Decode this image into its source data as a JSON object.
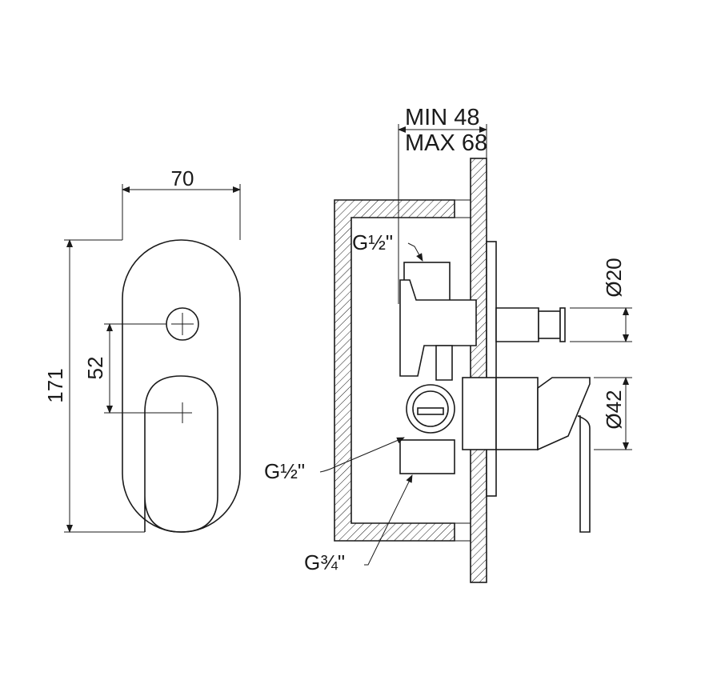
{
  "front_view": {
    "width_dim": "70",
    "height_dim": "171",
    "spacing_dim": "52"
  },
  "side_view": {
    "depth_min": "MIN 48",
    "depth_max": "MAX 68",
    "top_connection": "G½\"",
    "side_connection": "G½\"",
    "bottom_connection": "G¾\"",
    "spindle_diameter": "Ø20",
    "handle_diameter": "Ø42"
  },
  "colors": {
    "line": "#1a1a1a",
    "background": "#ffffff"
  }
}
